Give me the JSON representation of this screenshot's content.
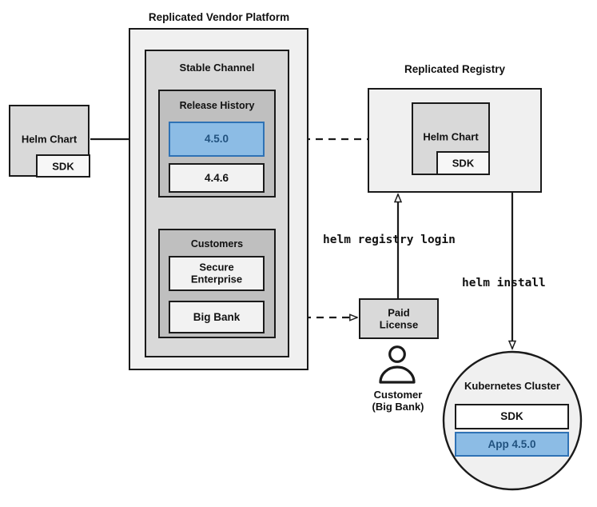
{
  "diagram": {
    "title_vendor_platform": "Replicated Vendor Platform",
    "title_registry": "Replicated Registry",
    "source_chart": {
      "name": "Helm Chart",
      "sdk": "SDK"
    },
    "stable_channel": {
      "label": "Stable Channel",
      "release_history": {
        "label": "Release History",
        "releases": [
          {
            "version": "4.5.0",
            "highlighted": true
          },
          {
            "version": "4.4.6",
            "highlighted": false
          }
        ]
      },
      "customers": {
        "label": "Customers",
        "items": [
          {
            "name": "Secure\nEnterprise"
          },
          {
            "name": "Big Bank"
          }
        ]
      }
    },
    "registry": {
      "chart_name": "Helm Chart",
      "sdk": "SDK"
    },
    "paid_license": {
      "label": "Paid\nLicense"
    },
    "customer": {
      "icon": "person-icon",
      "label": "Customer\n(Big Bank)"
    },
    "cluster": {
      "label": "Kubernetes Cluster",
      "components": [
        {
          "name": "SDK",
          "highlighted": false
        },
        {
          "name": "App 4.5.0",
          "highlighted": true
        }
      ]
    },
    "commands": {
      "registry_login": "helm registry login",
      "install": "helm install"
    },
    "colors": {
      "accent_blue_fill": "#8cbce5",
      "accent_blue_border": "#2f72b5",
      "accent_blue_text": "#21527f",
      "panel_lightest": "#f0f0f0",
      "panel_light": "#d9d9d9",
      "panel_mid": "#bfbfbf",
      "stroke": "#1a1a1a",
      "white_fill": "#f2f2f2"
    }
  }
}
